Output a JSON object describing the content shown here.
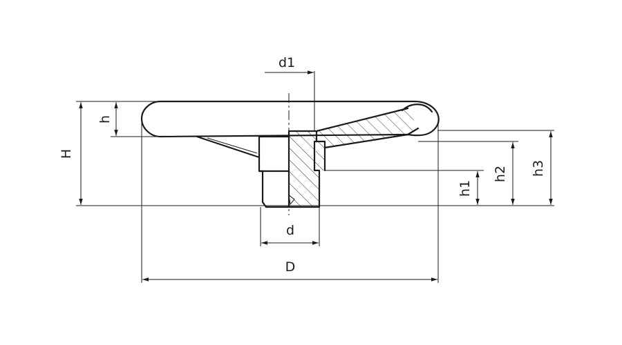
{
  "labels": {
    "d1": "d1",
    "h": "h",
    "H": "H",
    "h1": "h1",
    "h2": "h2",
    "h3": "h3",
    "d": "d",
    "D": "D"
  },
  "colors": {
    "line": "#1a1a1a",
    "background": "#ffffff"
  }
}
